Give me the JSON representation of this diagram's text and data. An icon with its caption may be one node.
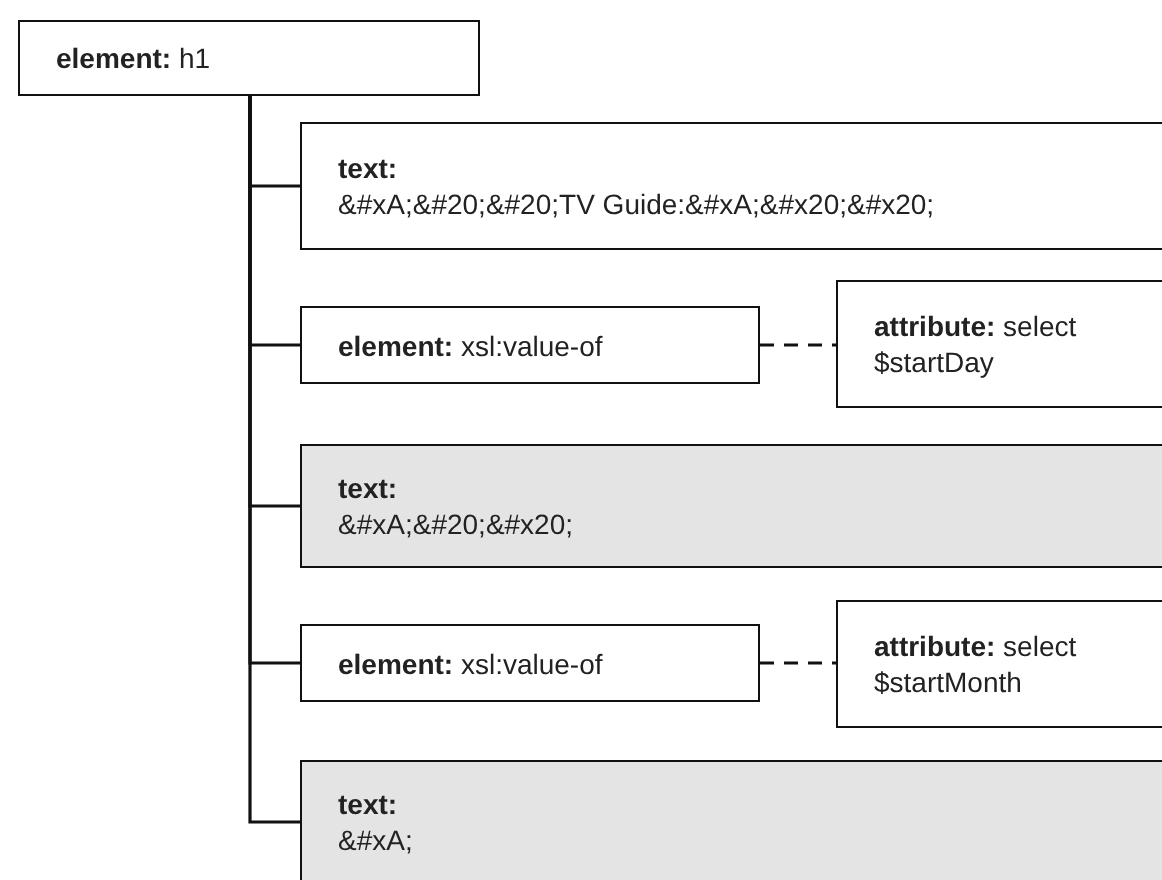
{
  "diagram": {
    "nodes": [
      {
        "text": [
          "**element:** h1"
        ]
      },
      {
        "text": [
          "text:",
          "&#xA;&#20;&#20;TV Guide:&#xA;&#x20;&#x20;"
        ]
      },
      {
        "text": [
          "**element:** xsl:value-of"
        ]
      },
      {
        "text": [
          "**attribute:** select $startDay"
        ]
      },
      {
        "text": [
          "text:",
          "&#xA;&#20;&#x20;"
        ]
      },
      {
        "text": [
          "**element:** xsl:value-of"
        ]
      },
      {
        "text": [
          "**attribute:** select $startMonth"
        ]
      },
      {
        "text": [
          "text:",
          "&#xA;"
        ]
      }
    ],
    "edges": [
      {
        "from": 0,
        "to": 1,
        "arrow": "none"
      },
      {
        "from": 0,
        "to": 2,
        "arrow": "none"
      },
      {
        "from": 2,
        "to": 3,
        "arrow": "none",
        "style": "dashed"
      },
      {
        "from": 0,
        "to": 4,
        "arrow": "none"
      },
      {
        "from": 0,
        "to": 5,
        "arrow": "none"
      },
      {
        "from": 5,
        "to": 6,
        "arrow": "none",
        "style": "dashed"
      },
      {
        "from": 0,
        "to": 7,
        "arrow": "none"
      }
    ]
  }
}
